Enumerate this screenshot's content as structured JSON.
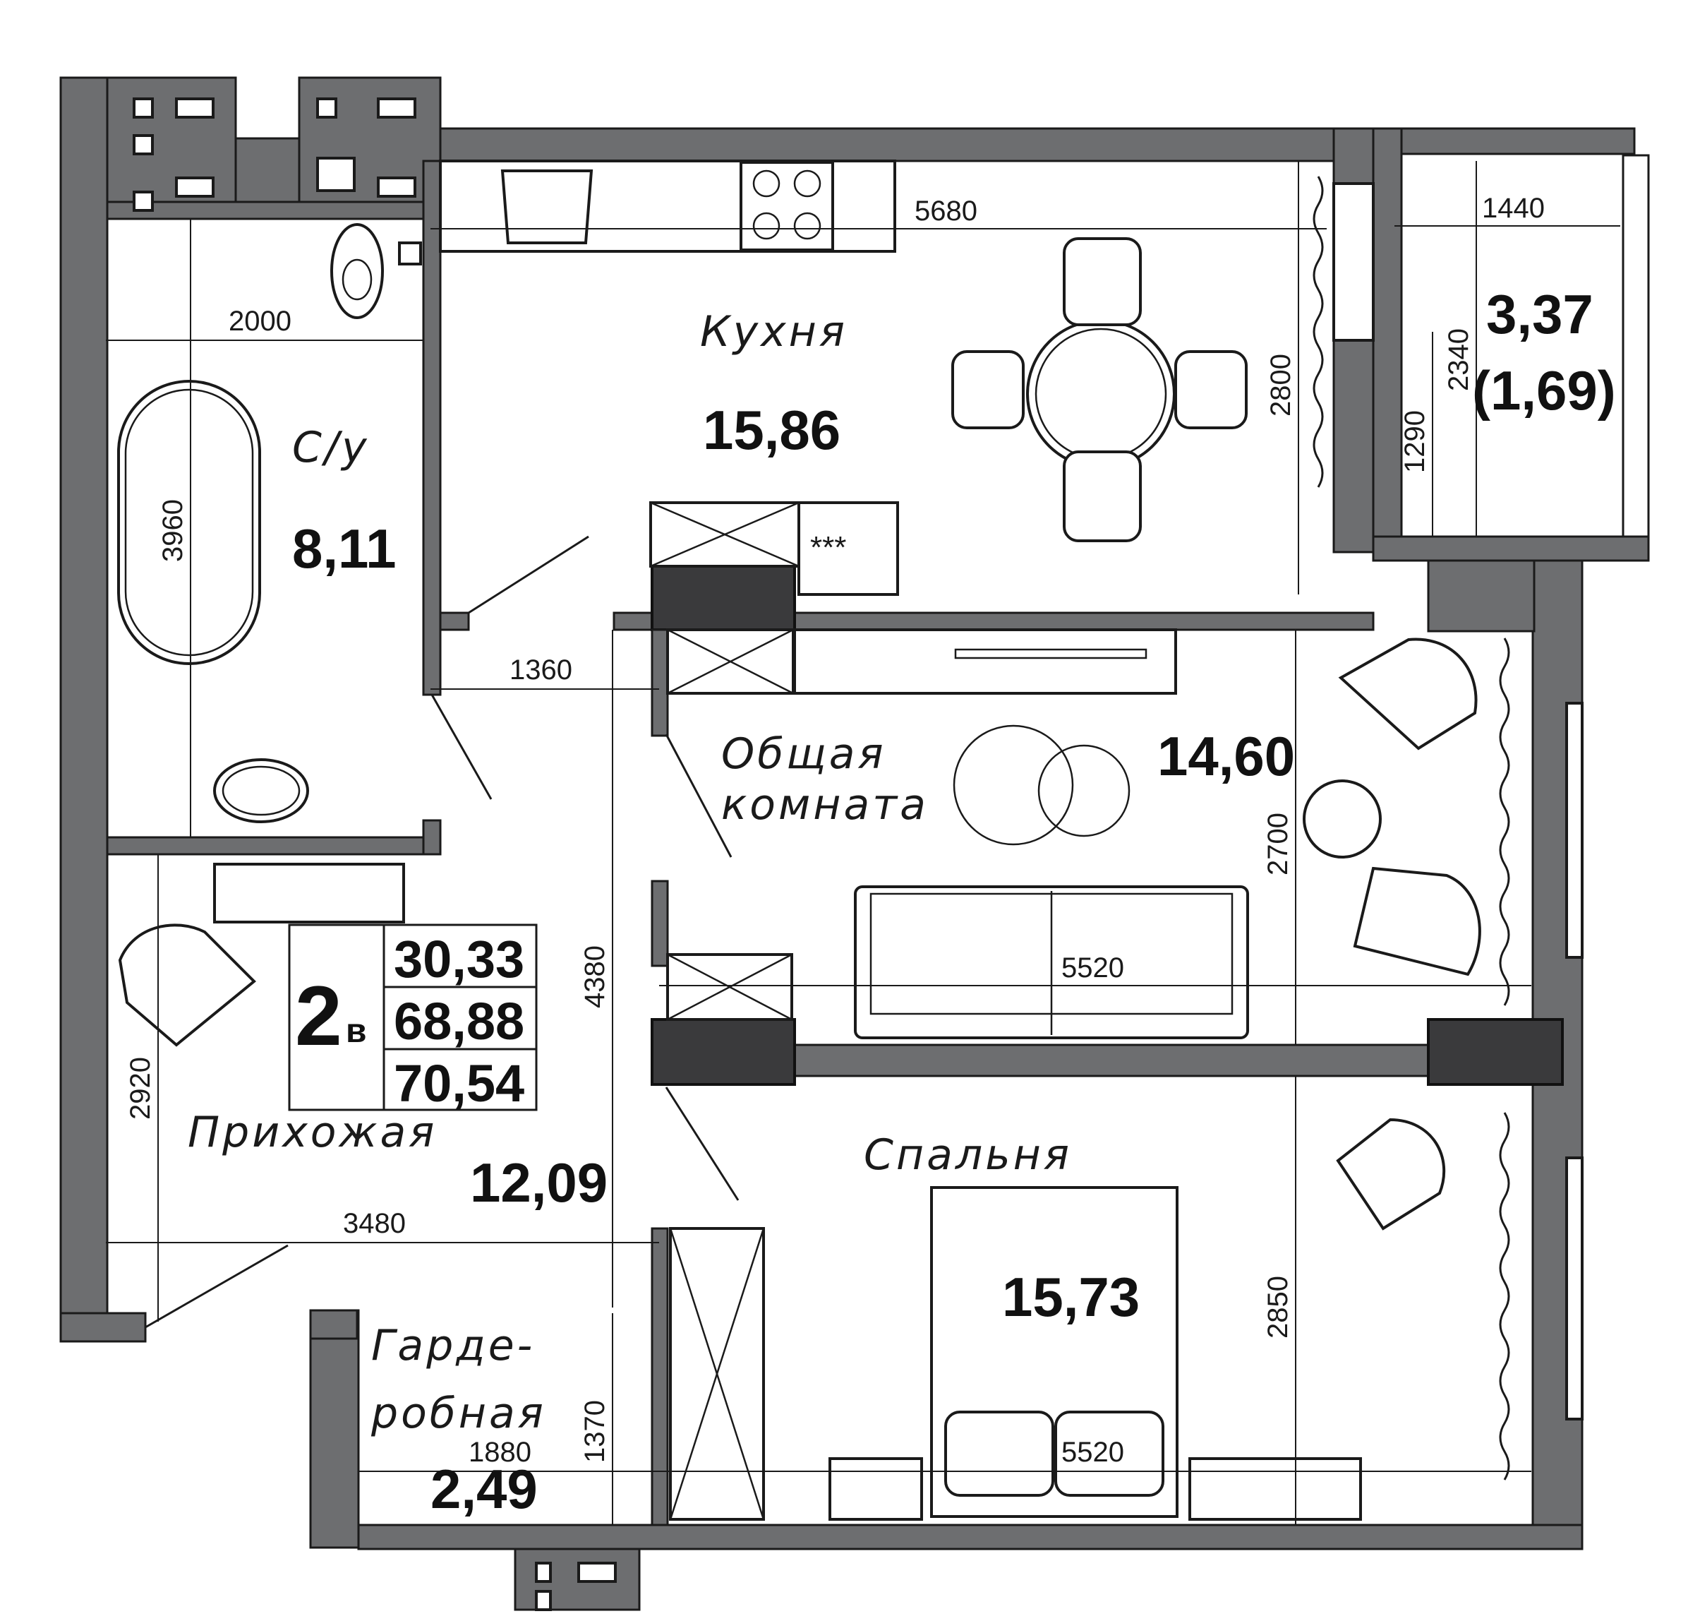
{
  "apartment": {
    "type_number": "2",
    "type_letter": "в",
    "living_area": "30,33",
    "total_area": "68,88",
    "total_area_with_balcony": "70,54"
  },
  "rooms": {
    "kitchen": {
      "name": "Кухня",
      "area": "15,86"
    },
    "bathroom": {
      "name": "С/у",
      "area": "8,11"
    },
    "living": {
      "name_line1": "Общая",
      "name_line2": "комната",
      "area": "14,60"
    },
    "hall": {
      "name": "Прихожая",
      "area": "12,09"
    },
    "bedroom": {
      "name": "Спальня",
      "area": "15,73"
    },
    "wardrobe": {
      "name_line1": "Гарде-",
      "name_line2": "робная",
      "area": "2,49"
    },
    "balcony": {
      "area": "3,37",
      "area_reduced": "(1,69)"
    }
  },
  "dimensions": {
    "kitchen_width": "5680",
    "kitchen_depth": "2800",
    "balcony_width": "1440",
    "balcony_depth": "2340",
    "balcony_window": "1290",
    "bath_width": "2000",
    "bath_length": "3960",
    "corridor_width": "1360",
    "living_depth": "2700",
    "living_width": "5520",
    "hall_length": "4380",
    "hall_depth": "2920",
    "hall_width": "3480",
    "bedroom_depth": "2850",
    "bedroom_width": "5520",
    "wardrobe_width": "1880",
    "wardrobe_depth": "1370"
  },
  "stove_label": "***"
}
